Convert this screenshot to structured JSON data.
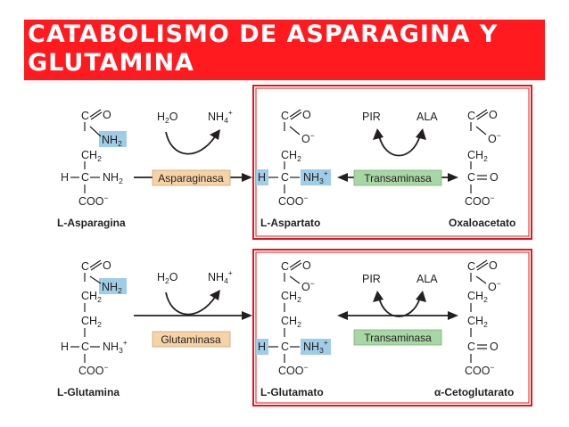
{
  "title": {
    "line1": "CATABOLISMO DE ASPARAGINA Y",
    "line2": "GLUTAMINA"
  },
  "enzymes": {
    "asparaginasa": "Asparaginasa",
    "glutaminasa": "Glutaminasa",
    "transaminasa_top": "Transaminasa",
    "transaminasa_bottom": "Transaminasa"
  },
  "compounds": {
    "asparagina": "L-Asparagina",
    "aspartato": "L-Aspartato",
    "oxaloacetato": "Oxaloacetato",
    "glutamina": "L-Glutamina",
    "glutamato": "L-Glutamato",
    "cetoglutarato": "α-Cetoglutarato"
  },
  "cosubstrates": {
    "h2o_top": "H2O",
    "nh4_top": "NH4+",
    "pir_top": "PIR",
    "ala_top": "ALA",
    "h2o_bottom": "H2O",
    "nh4_bottom": "NH4+",
    "pir_bottom": "PIR",
    "ala_bottom": "ALA"
  },
  "colors": {
    "banner": "#ff1a1f",
    "highlight_amino": "#9fcde7",
    "hydrolase_box": "#f6d3a7",
    "transaminase_box": "#a9d6a5",
    "frame": "#e0171e"
  }
}
